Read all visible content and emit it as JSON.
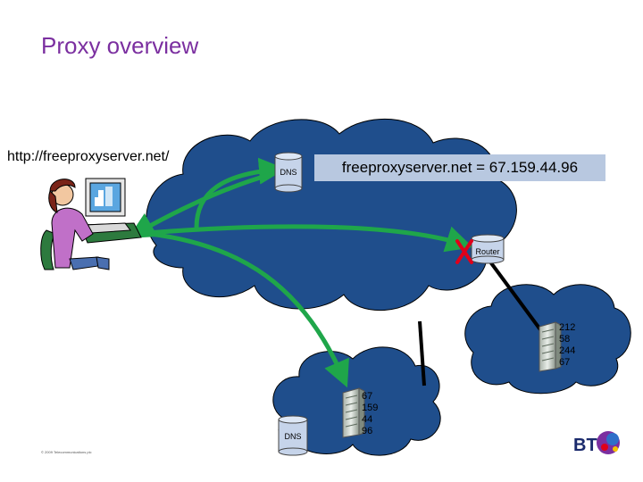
{
  "slide": {
    "title": "Proxy overview",
    "url_label": "http://freeproxyserver.net/",
    "dns_answer": "freeproxyserver.net = 67.159.44.96",
    "copyright": "© 2009 Telecommunications plc"
  },
  "nodes": {
    "dns_top_label": "DNS",
    "dns_bottom_label": "DNS",
    "router_label": "Router",
    "server_right_ip": [
      "212",
      "58",
      "244",
      "67"
    ],
    "server_bottom_ip": [
      "67",
      "159",
      "44",
      "96"
    ]
  },
  "logo": {
    "text": "BT"
  },
  "colors": {
    "cloud": "#1f4e8c",
    "arrow": "#1fa64a",
    "link": "#000000",
    "blocked": "#e0001a",
    "title": "#7b2fa0",
    "banner": "#b8c8e0"
  }
}
